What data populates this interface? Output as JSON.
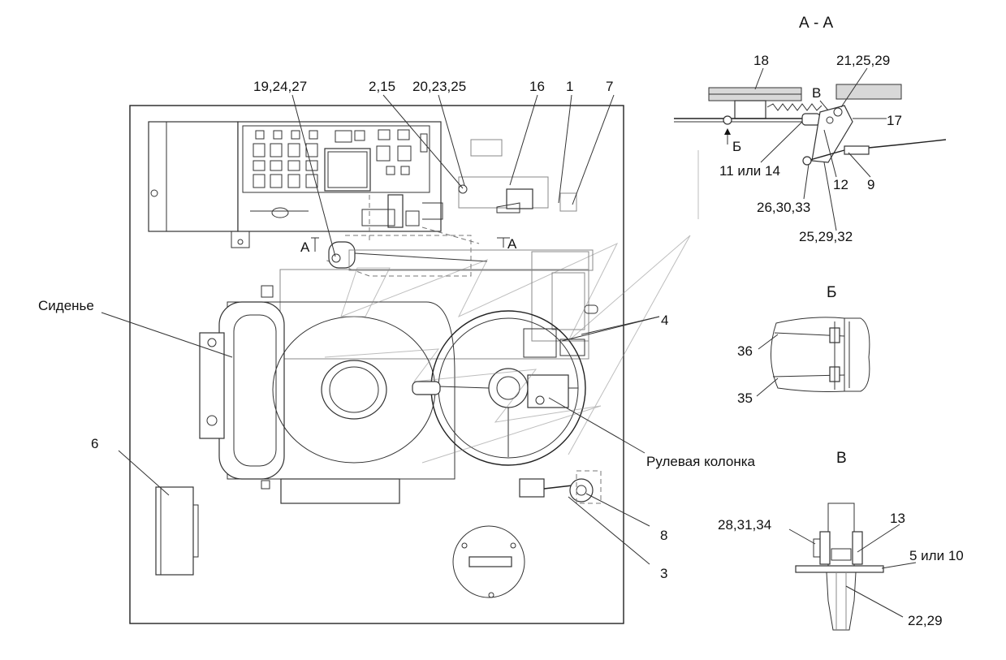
{
  "views": {
    "section_aa": "А - А",
    "view_b": "Б",
    "view_v": "В"
  },
  "main_labels": {
    "l_19_24_27": "19,24,27",
    "l_2_15": "2,15",
    "l_20_23_25": "20,23,25",
    "l_16": "16",
    "l_1": "1",
    "l_7": "7",
    "l_seat": "Сиденье",
    "l_4": "4",
    "l_steering": "Рулевая колонка",
    "l_6": "6",
    "l_8": "8",
    "l_3": "3",
    "cut_a_left": "А",
    "cut_a_right": "А"
  },
  "aa_labels": {
    "l_18": "18",
    "l_21_25_29": "21,25,29",
    "l_v": "В",
    "l_17": "17",
    "l_b_arrow": "Б",
    "l_11_14": "11 или 14",
    "l_12": "12",
    "l_9": "9",
    "l_26_30_33": "26,30,33",
    "l_25_29_32": "25,29,32"
  },
  "b_labels": {
    "l_36": "36",
    "l_35": "35"
  },
  "v_labels": {
    "l_28_31_34": "28,31,34",
    "l_13": "13",
    "l_5_10": "5 или 10",
    "l_22_29": "22,29"
  }
}
